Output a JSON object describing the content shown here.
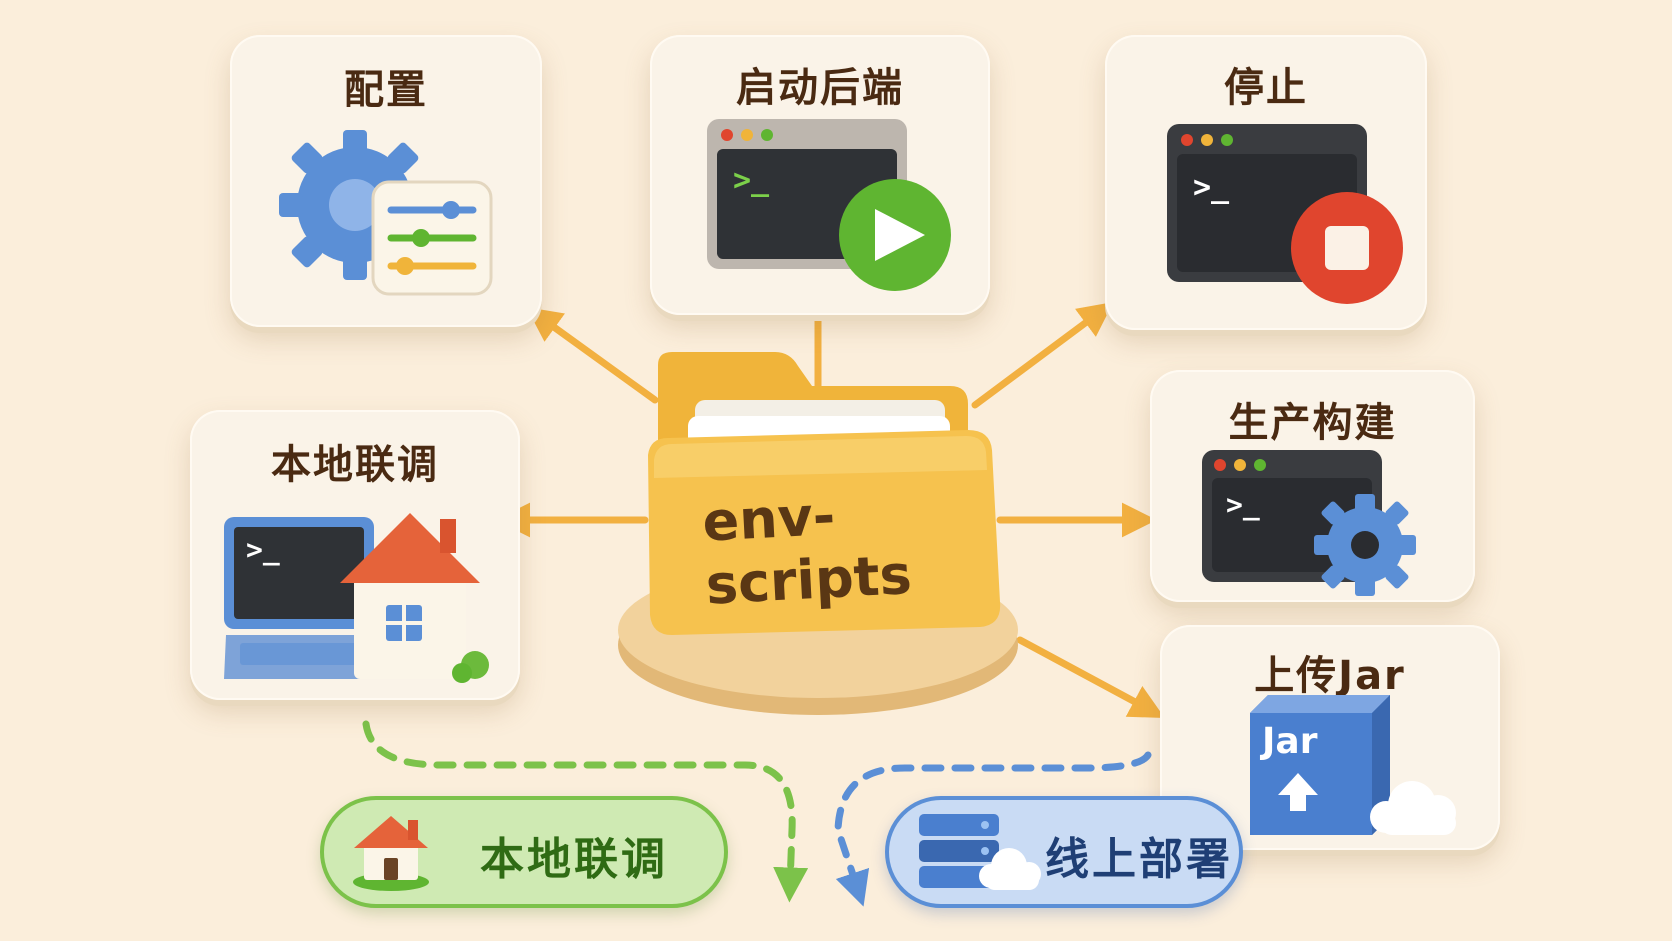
{
  "center": {
    "label": "env-scripts"
  },
  "cards": {
    "config": {
      "title": "配置"
    },
    "start_backend": {
      "title": "启动后端"
    },
    "stop": {
      "title": "停止"
    },
    "local_debug": {
      "title": "本地联调"
    },
    "prod_build": {
      "title": "生产构建"
    },
    "upload_jar": {
      "title": "上传Jar",
      "icon_text": "Jar"
    }
  },
  "flows": {
    "local": {
      "label": "本地联调"
    },
    "online": {
      "label": "线上部署"
    }
  },
  "terminal_prompt": ">_",
  "colors": {
    "background": "#fbeedb",
    "arrow": "#f2b040",
    "folder": "#f6c24e",
    "gear": "#5b8fd6",
    "play": "#5fb531",
    "stop": "#e0452e",
    "local_flow": "#7cc24a",
    "online_flow": "#5b8fd6",
    "title_text": "#4a2a12"
  }
}
